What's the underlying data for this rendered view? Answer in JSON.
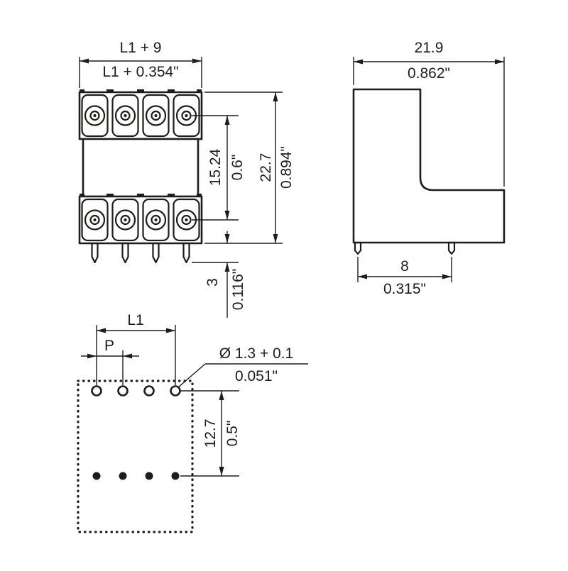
{
  "drawing": {
    "type": "connector-technical-drawing",
    "colors": {
      "line": "#1d1d1b",
      "background": "#ffffff"
    }
  },
  "front_view": {
    "width_mm": "L1 + 9",
    "width_inch": "L1 + 0.354\"",
    "row_pitch_mm": "15.24",
    "row_pitch_inch": "0.6\"",
    "height_mm": "22.7",
    "height_inch": "0.894\"",
    "pin_length_mm": "3",
    "pin_length_inch": "0.116\""
  },
  "side_view": {
    "depth_mm": "21.9",
    "depth_inch": "0.862\"",
    "pin_offset_mm": "8",
    "pin_offset_inch": "0.315\""
  },
  "footprint_view": {
    "length_label": "L1",
    "pitch_label": "P",
    "hole_dia_mm": "Ø 1.3 + 0.1",
    "hole_dia_inch": "0.051\"",
    "row_spacing_mm": "12.7",
    "row_spacing_inch": "0.5\""
  }
}
